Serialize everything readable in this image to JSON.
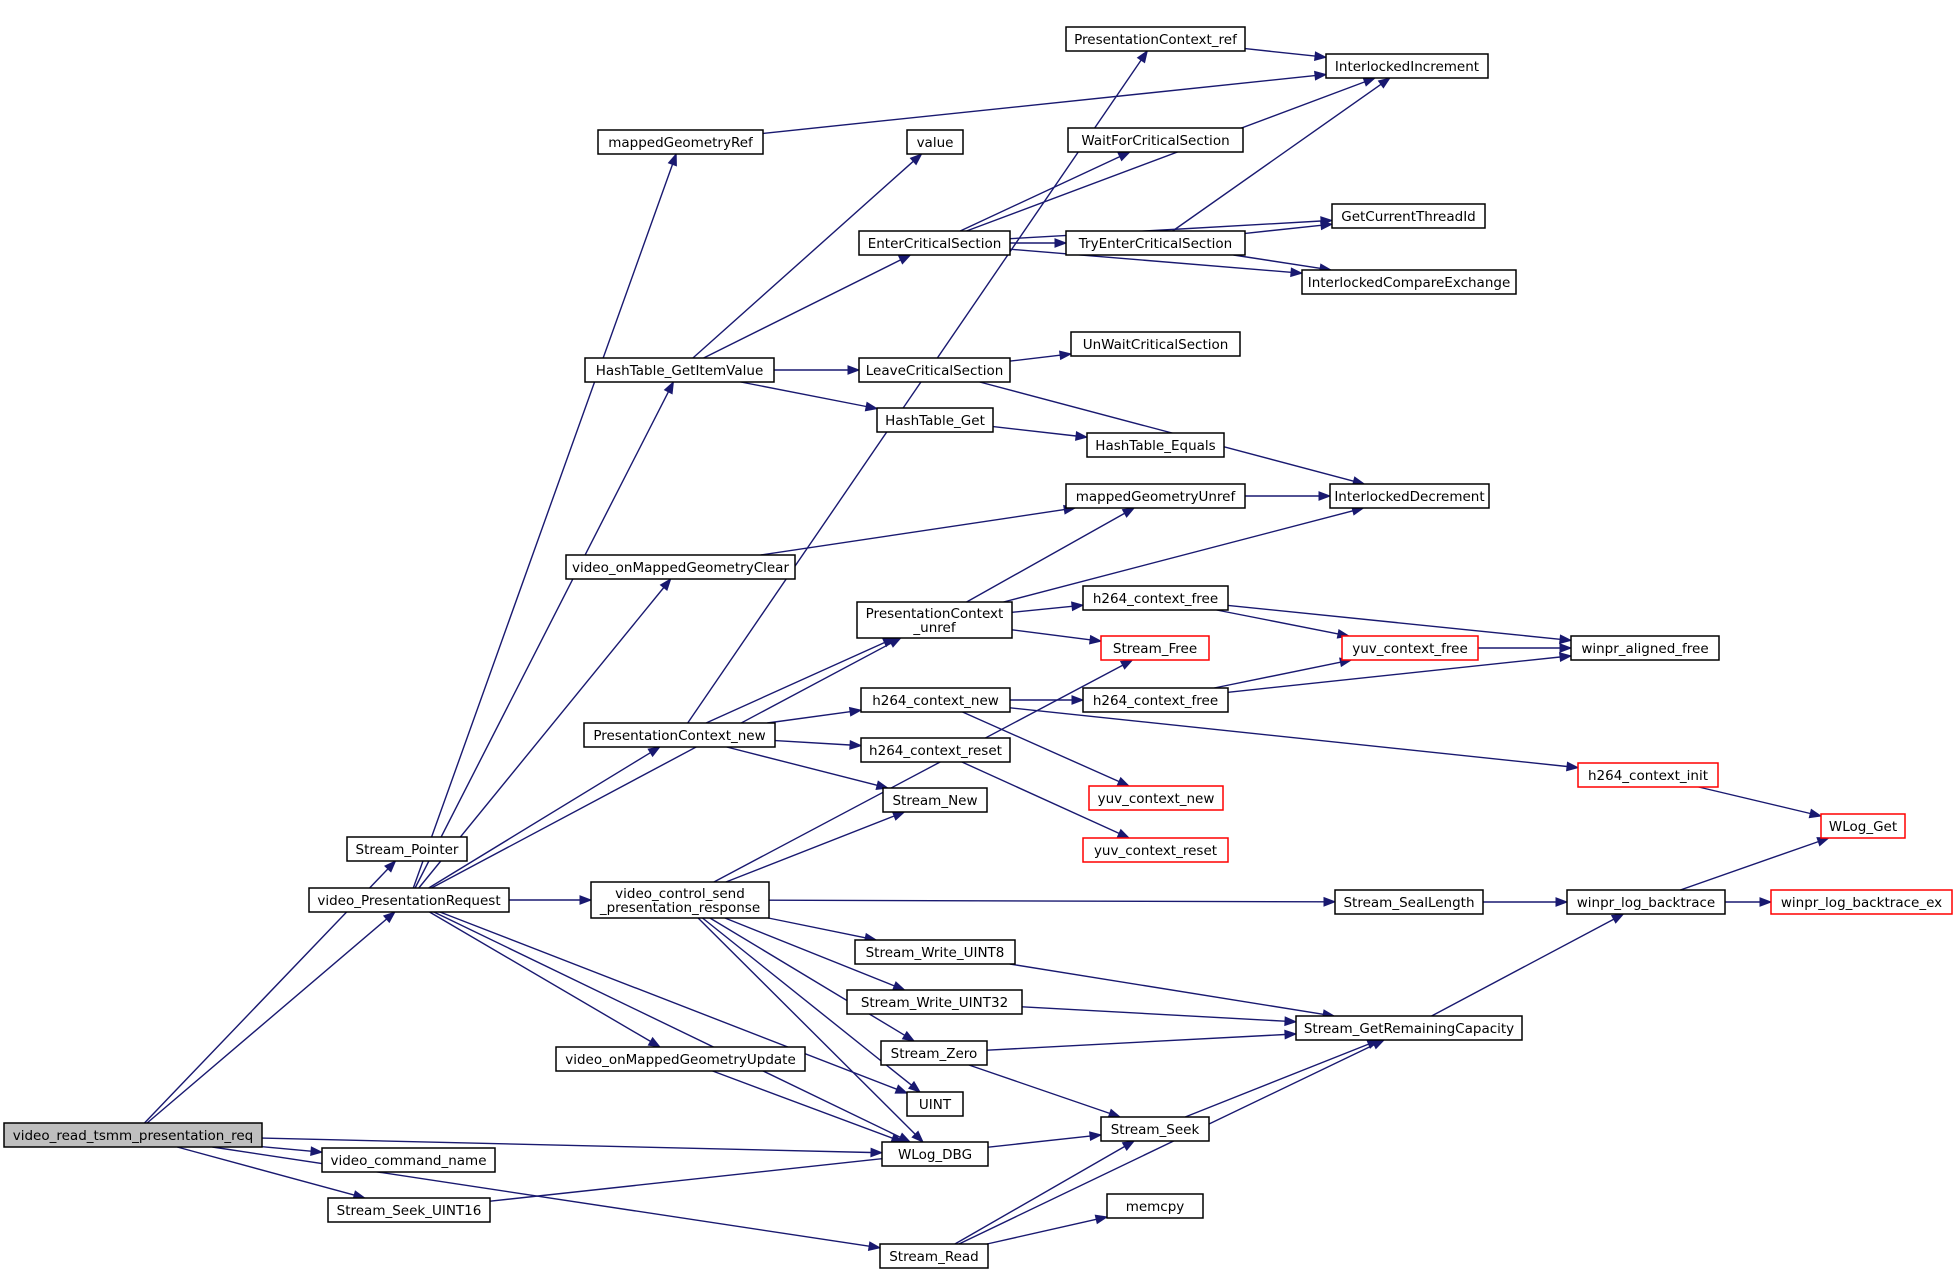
{
  "colors": {
    "edge": "#191970",
    "node_border": "#000000",
    "truncated_node_border": "#ff0000",
    "root_fill": "#bfbfbf",
    "background": "#ffffff"
  },
  "nodes": {
    "video_read_tsmm_presentation_req": {
      "label": [
        "video_read_tsmm_presentation_req"
      ],
      "root": true
    },
    "Stream_Pointer": {
      "label": [
        "Stream_Pointer"
      ]
    },
    "video_PresentationRequest": {
      "label": [
        "video_PresentationRequest"
      ]
    },
    "video_command_name": {
      "label": [
        "video_command_name"
      ]
    },
    "Stream_Seek_UINT16": {
      "label": [
        "Stream_Seek_UINT16"
      ]
    },
    "Stream_Read": {
      "label": [
        "Stream_Read"
      ]
    },
    "mappedGeometryRef": {
      "label": [
        "mappedGeometryRef"
      ]
    },
    "HashTable_GetItemValue": {
      "label": [
        "HashTable_GetItemValue"
      ]
    },
    "video_onMappedGeometryClear": {
      "label": [
        "video_onMappedGeometryClear"
      ]
    },
    "PresentationContext_new": {
      "label": [
        "PresentationContext_new"
      ]
    },
    "video_control_send_presentation_response": {
      "label": [
        "video_control_send",
        "_presentation_response"
      ]
    },
    "video_onMappedGeometryUpdate": {
      "label": [
        "video_onMappedGeometryUpdate"
      ]
    },
    "value": {
      "label": [
        "value"
      ]
    },
    "EnterCriticalSection": {
      "label": [
        "EnterCriticalSection"
      ]
    },
    "LeaveCriticalSection": {
      "label": [
        "LeaveCriticalSection"
      ]
    },
    "HashTable_Get": {
      "label": [
        "HashTable_Get"
      ]
    },
    "PresentationContext_unref": {
      "label": [
        "PresentationContext",
        "_unref"
      ]
    },
    "h264_context_new": {
      "label": [
        "h264_context_new"
      ]
    },
    "h264_context_reset": {
      "label": [
        "h264_context_reset"
      ]
    },
    "Stream_New": {
      "label": [
        "Stream_New"
      ]
    },
    "Stream_Write_UINT8": {
      "label": [
        "Stream_Write_UINT8"
      ]
    },
    "Stream_Write_UINT32": {
      "label": [
        "Stream_Write_UINT32"
      ]
    },
    "Stream_Zero": {
      "label": [
        "Stream_Zero"
      ]
    },
    "UINT": {
      "label": [
        "UINT"
      ]
    },
    "WLog_DBG": {
      "label": [
        "WLog_DBG"
      ]
    },
    "PresentationContext_ref": {
      "label": [
        "PresentationContext_ref"
      ]
    },
    "WaitForCriticalSection": {
      "label": [
        "WaitForCriticalSection"
      ]
    },
    "TryEnterCriticalSection": {
      "label": [
        "TryEnterCriticalSection"
      ]
    },
    "UnWaitCriticalSection": {
      "label": [
        "UnWaitCriticalSection"
      ]
    },
    "HashTable_Equals": {
      "label": [
        "HashTable_Equals"
      ]
    },
    "mappedGeometryUnref": {
      "label": [
        "mappedGeometryUnref"
      ]
    },
    "h264_context_free_1": {
      "label": [
        "h264_context_free"
      ]
    },
    "Stream_Free": {
      "label": [
        "Stream_Free"
      ],
      "truncated": true
    },
    "h264_context_free_2": {
      "label": [
        "h264_context_free"
      ]
    },
    "yuv_context_new": {
      "label": [
        "yuv_context_new"
      ],
      "truncated": true
    },
    "yuv_context_reset": {
      "label": [
        "yuv_context_reset"
      ],
      "truncated": true
    },
    "Stream_Seek": {
      "label": [
        "Stream_Seek"
      ]
    },
    "memcpy": {
      "label": [
        "memcpy"
      ]
    },
    "InterlockedIncrement": {
      "label": [
        "InterlockedIncrement"
      ]
    },
    "GetCurrentThreadId": {
      "label": [
        "GetCurrentThreadId"
      ]
    },
    "InterlockedCompareExchange": {
      "label": [
        "InterlockedCompareExchange"
      ]
    },
    "InterlockedDecrement": {
      "label": [
        "InterlockedDecrement"
      ]
    },
    "yuv_context_free": {
      "label": [
        "yuv_context_free"
      ],
      "truncated": true
    },
    "Stream_SealLength": {
      "label": [
        "Stream_SealLength"
      ]
    },
    "Stream_GetRemainingCapacity": {
      "label": [
        "Stream_GetRemainingCapacity"
      ]
    },
    "winpr_aligned_free": {
      "label": [
        "winpr_aligned_free"
      ]
    },
    "h264_context_init": {
      "label": [
        "h264_context_init"
      ],
      "truncated": true
    },
    "winpr_log_backtrace": {
      "label": [
        "winpr_log_backtrace"
      ]
    },
    "WLog_Get": {
      "label": [
        "WLog_Get"
      ],
      "truncated": true
    },
    "winpr_log_backtrace_ex": {
      "label": [
        "winpr_log_backtrace_ex"
      ],
      "truncated": true
    }
  },
  "edges": [
    [
      "video_read_tsmm_presentation_req",
      "Stream_Pointer"
    ],
    [
      "video_read_tsmm_presentation_req",
      "video_PresentationRequest"
    ],
    [
      "video_read_tsmm_presentation_req",
      "WLog_DBG"
    ],
    [
      "video_read_tsmm_presentation_req",
      "video_command_name"
    ],
    [
      "video_read_tsmm_presentation_req",
      "Stream_Seek_UINT16"
    ],
    [
      "video_read_tsmm_presentation_req",
      "Stream_Read"
    ],
    [
      "video_PresentationRequest",
      "mappedGeometryRef"
    ],
    [
      "video_PresentationRequest",
      "HashTable_GetItemValue"
    ],
    [
      "video_PresentationRequest",
      "video_onMappedGeometryClear"
    ],
    [
      "video_PresentationRequest",
      "PresentationContext_unref"
    ],
    [
      "video_PresentationRequest",
      "PresentationContext_new"
    ],
    [
      "video_PresentationRequest",
      "video_control_send_presentation_response"
    ],
    [
      "video_PresentationRequest",
      "video_onMappedGeometryUpdate"
    ],
    [
      "video_PresentationRequest",
      "UINT"
    ],
    [
      "video_PresentationRequest",
      "WLog_DBG"
    ],
    [
      "Stream_Seek_UINT16",
      "Stream_Seek"
    ],
    [
      "Stream_Read",
      "Stream_Seek"
    ],
    [
      "Stream_Read",
      "memcpy"
    ],
    [
      "Stream_Read",
      "Stream_GetRemainingCapacity"
    ],
    [
      "mappedGeometryRef",
      "InterlockedIncrement"
    ],
    [
      "HashTable_GetItemValue",
      "value"
    ],
    [
      "HashTable_GetItemValue",
      "EnterCriticalSection"
    ],
    [
      "HashTable_GetItemValue",
      "LeaveCriticalSection"
    ],
    [
      "HashTable_GetItemValue",
      "HashTable_Get"
    ],
    [
      "video_onMappedGeometryClear",
      "mappedGeometryUnref"
    ],
    [
      "PresentationContext_new",
      "PresentationContext_ref"
    ],
    [
      "PresentationContext_new",
      "PresentationContext_unref"
    ],
    [
      "PresentationContext_new",
      "h264_context_new"
    ],
    [
      "PresentationContext_new",
      "h264_context_reset"
    ],
    [
      "PresentationContext_new",
      "Stream_New"
    ],
    [
      "video_control_send_presentation_response",
      "Stream_New"
    ],
    [
      "video_control_send_presentation_response",
      "Stream_Free"
    ],
    [
      "video_control_send_presentation_response",
      "Stream_SealLength"
    ],
    [
      "video_control_send_presentation_response",
      "Stream_Write_UINT8"
    ],
    [
      "video_control_send_presentation_response",
      "Stream_Write_UINT32"
    ],
    [
      "video_control_send_presentation_response",
      "Stream_Zero"
    ],
    [
      "video_control_send_presentation_response",
      "UINT"
    ],
    [
      "video_control_send_presentation_response",
      "WLog_DBG"
    ],
    [
      "video_onMappedGeometryUpdate",
      "WLog_DBG"
    ],
    [
      "EnterCriticalSection",
      "InterlockedIncrement"
    ],
    [
      "EnterCriticalSection",
      "WaitForCriticalSection"
    ],
    [
      "EnterCriticalSection",
      "GetCurrentThreadId"
    ],
    [
      "EnterCriticalSection",
      "TryEnterCriticalSection"
    ],
    [
      "EnterCriticalSection",
      "InterlockedCompareExchange"
    ],
    [
      "LeaveCriticalSection",
      "UnWaitCriticalSection"
    ],
    [
      "LeaveCriticalSection",
      "InterlockedDecrement"
    ],
    [
      "HashTable_Get",
      "HashTable_Equals"
    ],
    [
      "PresentationContext_unref",
      "mappedGeometryUnref"
    ],
    [
      "PresentationContext_unref",
      "InterlockedDecrement"
    ],
    [
      "PresentationContext_unref",
      "h264_context_free_1"
    ],
    [
      "PresentationContext_unref",
      "Stream_Free"
    ],
    [
      "h264_context_new",
      "h264_context_free_2"
    ],
    [
      "h264_context_new",
      "yuv_context_new"
    ],
    [
      "h264_context_new",
      "h264_context_init"
    ],
    [
      "h264_context_reset",
      "yuv_context_reset"
    ],
    [
      "Stream_Write_UINT8",
      "Stream_GetRemainingCapacity"
    ],
    [
      "Stream_Write_UINT32",
      "Stream_GetRemainingCapacity"
    ],
    [
      "Stream_Zero",
      "Stream_GetRemainingCapacity"
    ],
    [
      "Stream_Zero",
      "Stream_Seek"
    ],
    [
      "PresentationContext_ref",
      "InterlockedIncrement"
    ],
    [
      "TryEnterCriticalSection",
      "InterlockedIncrement"
    ],
    [
      "TryEnterCriticalSection",
      "GetCurrentThreadId"
    ],
    [
      "TryEnterCriticalSection",
      "InterlockedCompareExchange"
    ],
    [
      "mappedGeometryUnref",
      "InterlockedDecrement"
    ],
    [
      "h264_context_free_1",
      "yuv_context_free"
    ],
    [
      "h264_context_free_1",
      "winpr_aligned_free"
    ],
    [
      "h264_context_free_2",
      "yuv_context_free"
    ],
    [
      "h264_context_free_2",
      "winpr_aligned_free"
    ],
    [
      "yuv_context_free",
      "winpr_aligned_free"
    ],
    [
      "Stream_Seek",
      "Stream_GetRemainingCapacity"
    ],
    [
      "Stream_SealLength",
      "winpr_log_backtrace"
    ],
    [
      "Stream_GetRemainingCapacity",
      "winpr_log_backtrace"
    ],
    [
      "h264_context_init",
      "WLog_Get"
    ],
    [
      "winpr_log_backtrace",
      "WLog_Get"
    ],
    [
      "winpr_log_backtrace",
      "winpr_log_backtrace_ex"
    ]
  ]
}
